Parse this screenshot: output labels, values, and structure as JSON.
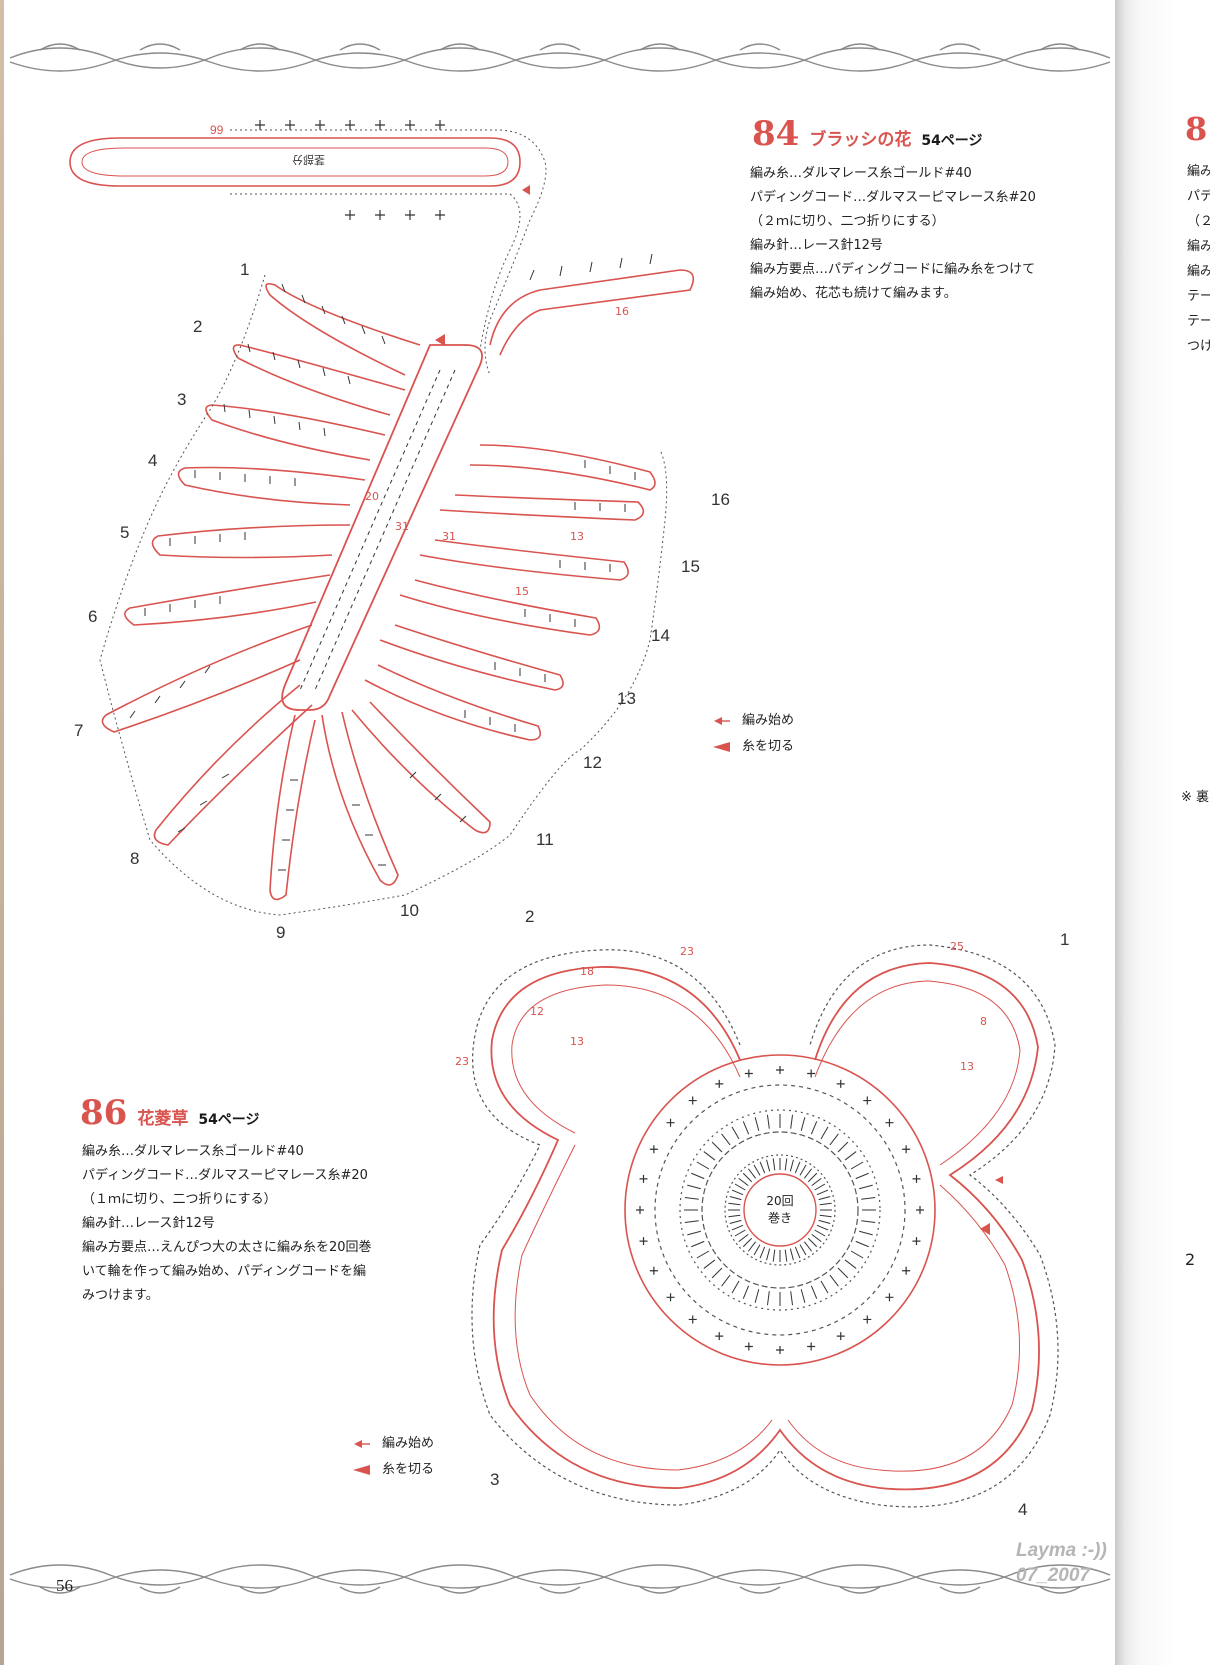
{
  "page_number": "56",
  "signature": {
    "line1": "Layma :-))",
    "line2": "07_2007"
  },
  "pattern_84": {
    "number": "84",
    "title": "ブラッシの花",
    "page_ref": "54ページ",
    "specs": [
      "編み糸…ダルマレース糸ゴールド#40",
      "パディングコード…ダルマスーピマレース糸#20",
      "（２ｍに切り、二つ折りにする）",
      "編み針…レース針12号",
      "編み方要点…パディングコードに編み糸をつけて",
      "編み始め、花芯も続けて編みます。"
    ],
    "legend": [
      {
        "label": "編み始め",
        "marker": "small-arrow-icon"
      },
      {
        "label": "糸を切る",
        "marker": "triangle-icon"
      }
    ],
    "petal_numbers": [
      "1",
      "2",
      "3",
      "4",
      "5",
      "6",
      "7",
      "8",
      "9",
      "10",
      "11",
      "12",
      "13",
      "14",
      "15",
      "16"
    ],
    "diagram_labels": {
      "stem_text": "99",
      "stem_note": "茎部分",
      "row_marks": [
        "31",
        "20",
        "31",
        "16",
        "15",
        "13"
      ]
    }
  },
  "pattern_86": {
    "number": "86",
    "title": "花菱草",
    "page_ref": "54ページ",
    "specs": [
      "編み糸…ダルマレース糸ゴールド#40",
      "パディングコード…ダルマスーピマレース糸#20",
      "（１ｍに切り、二つ折りにする）",
      "編み針…レース針12号",
      "編み方要点…えんぴつ大の太さに編み糸を20回巻",
      "いて輪を作って編み始め、パディングコードを編",
      "みつけます。"
    ],
    "legend": [
      {
        "label": "編み始め",
        "marker": "small-arrow-icon"
      },
      {
        "label": "糸を切る",
        "marker": "triangle-icon"
      }
    ],
    "petal_numbers": [
      "1",
      "2",
      "3",
      "4"
    ],
    "center_label_line1": "20回",
    "center_label_line2": "巻き",
    "row_marks": [
      "18",
      "13",
      "12",
      "23",
      "25",
      "8",
      "23",
      "13"
    ]
  },
  "right_page_spill": {
    "number_fragment": "8",
    "lines": [
      "編み",
      "パデ",
      "（２",
      "編み",
      "編み",
      "テー",
      "テー",
      "つけ"
    ],
    "note_fragment": "※ 裏",
    "petal_fragment": "2"
  },
  "colors": {
    "accent": "#d9534f",
    "ink": "#2a2a2a",
    "dotted": "#555555"
  }
}
